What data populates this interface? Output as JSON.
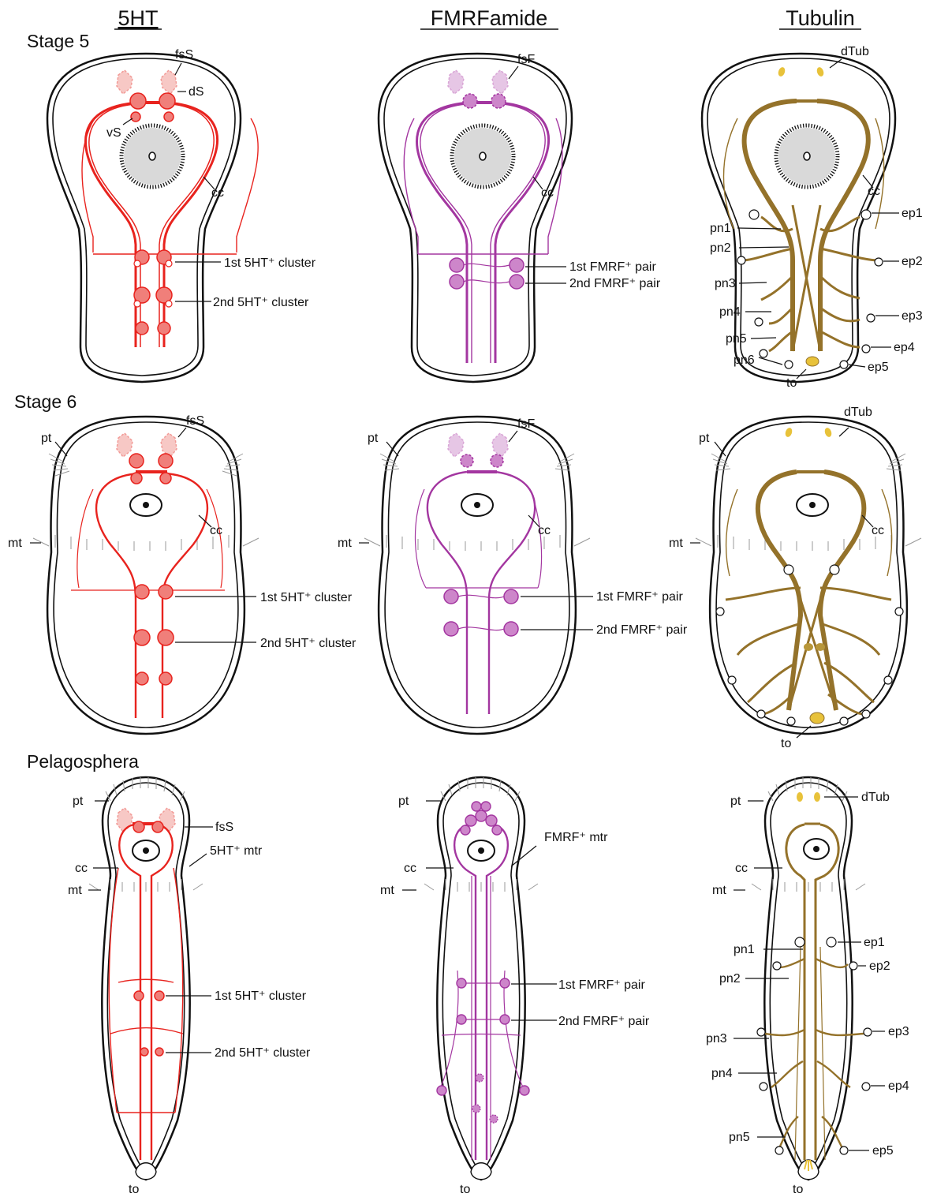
{
  "colors": {
    "outline": "#111111",
    "serotonin": "#e8231e",
    "serotonin_light": "#f29a96",
    "fmrf": "#a336a0",
    "fmrf_light": "#d9a5d6",
    "tubulin": "#94722a",
    "tubulin_light": "#e8c23a",
    "mouth": "#d9d9d9"
  },
  "columns": [
    "5HT",
    "FMRFamide",
    "Tubulin"
  ],
  "rows": [
    "Stage 5",
    "Stage 6",
    "Pelagosphera"
  ],
  "labels": {
    "s5_5ht": {
      "fss": "fsS",
      "ds": "dS",
      "vs": "vS",
      "cc": "cc",
      "c1": "1st 5HT⁺ cluster",
      "c2": "2nd 5HT⁺ cluster"
    },
    "s5_fmrf": {
      "fsf": "fsF",
      "cc": "cc",
      "p1": "1st FMRF⁺ pair",
      "p2": "2nd FMRF⁺ pair"
    },
    "s5_tub": {
      "dtub": "dTub",
      "cc": "cc",
      "pn1": "pn1",
      "pn2": "pn2",
      "pn3": "pn3",
      "pn4": "pn4",
      "pn5": "pn5",
      "pn6": "pn6",
      "to": "to",
      "ep1": "ep1",
      "ep2": "ep2",
      "ep3": "ep3",
      "ep4": "ep4",
      "ep5": "ep5"
    },
    "s6_5ht": {
      "pt": "pt",
      "mt": "mt",
      "fss": "fsS",
      "cc": "cc",
      "c1": "1st 5HT⁺ cluster",
      "c2": "2nd 5HT⁺ cluster"
    },
    "s6_fmrf": {
      "pt": "pt",
      "mt": "mt",
      "fsf": "fsF",
      "cc": "cc",
      "p1": "1st FMRF⁺ pair",
      "p2": "2nd FMRF⁺ pair"
    },
    "s6_tub": {
      "pt": "pt",
      "mt": "mt",
      "dtub": "dTub",
      "cc": "cc",
      "to": "to"
    },
    "pg_5ht": {
      "pt": "pt",
      "cc": "cc",
      "mt": "mt",
      "fss": "fsS",
      "mtr": "5HT⁺ mtr",
      "c1": "1st 5HT⁺ cluster",
      "c2": "2nd 5HT⁺ cluster",
      "to": "to"
    },
    "pg_fmrf": {
      "pt": "pt",
      "cc": "cc",
      "mt": "mt",
      "mtr": "FMRF⁺ mtr",
      "p1": "1st FMRF⁺ pair",
      "p2": "2nd FMRF⁺ pair",
      "to": "to"
    },
    "pg_tub": {
      "pt": "pt",
      "cc": "cc",
      "mt": "mt",
      "dtub": "dTub",
      "pn1": "pn1",
      "pn2": "pn2",
      "pn3": "pn3",
      "pn4": "pn4",
      "pn5": "pn5",
      "ep1": "ep1",
      "ep2": "ep2",
      "ep3": "ep3",
      "ep4": "ep4",
      "ep5": "ep5",
      "to": "to"
    }
  }
}
